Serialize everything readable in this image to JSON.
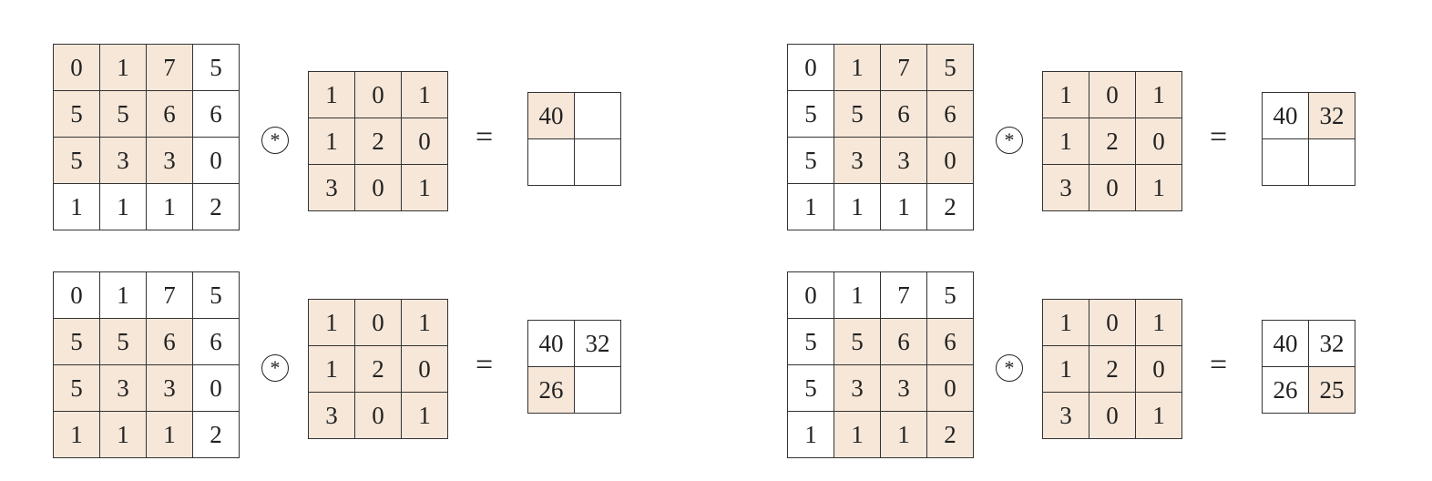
{
  "input_matrix": [
    [
      "0",
      "1",
      "7",
      "5"
    ],
    [
      "5",
      "5",
      "6",
      "6"
    ],
    [
      "5",
      "3",
      "3",
      "0"
    ],
    [
      "1",
      "1",
      "1",
      "2"
    ]
  ],
  "kernel": [
    [
      "1",
      "0",
      "1"
    ],
    [
      "1",
      "2",
      "0"
    ],
    [
      "3",
      "0",
      "1"
    ]
  ],
  "symbols": {
    "convolution": "*",
    "equals": "="
  },
  "panels": [
    {
      "window_row": 0,
      "window_col": 0,
      "output": [
        [
          "40",
          ""
        ],
        [
          "",
          ""
        ]
      ],
      "highlight": [
        0,
        0
      ]
    },
    {
      "window_row": 0,
      "window_col": 1,
      "output": [
        [
          "40",
          "32"
        ],
        [
          "",
          ""
        ]
      ],
      "highlight": [
        0,
        1
      ]
    },
    {
      "window_row": 1,
      "window_col": 0,
      "output": [
        [
          "40",
          "32"
        ],
        [
          "26",
          ""
        ]
      ],
      "highlight": [
        1,
        0
      ]
    },
    {
      "window_row": 1,
      "window_col": 1,
      "output": [
        [
          "40",
          "32"
        ],
        [
          "26",
          "25"
        ]
      ],
      "highlight": [
        1,
        1
      ]
    }
  ],
  "colors": {
    "highlight": "#f6e7d8",
    "line": "#333333",
    "text": "#222222"
  }
}
